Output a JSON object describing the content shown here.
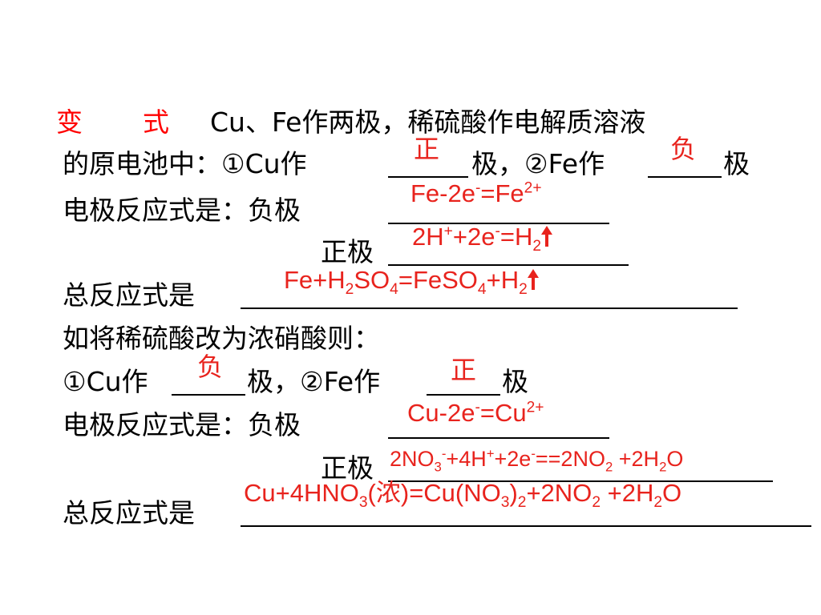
{
  "lines": {
    "l1_label_a": "变",
    "l1_label_b": "式",
    "l1_text": "Cu、Fe作两极，稀硫酸作电解质溶液",
    "l2_a": "的原电池中：①Cu作",
    "l2_b": "极，②Fe作",
    "l2_c": "极",
    "l3": "电极反应式是：负极",
    "l4": "正极",
    "l5": "总反应式是",
    "l6": "如将稀硫酸改为浓硝酸则：",
    "l7_a": "①Cu作",
    "l7_b": "极，②Fe作",
    "l7_c": "极",
    "l8": "电极反应式是：负极",
    "l9": "正极",
    "l10": "总反应式是"
  },
  "answers": {
    "a1": "正",
    "a2": "负",
    "a3_main": "Fe-2e",
    "a3_sup1": "-",
    "a3_mid": "=Fe",
    "a3_sup2": "2+",
    "a4_a": "2H",
    "a4_sup1": "+",
    "a4_b": "+2e",
    "a4_sup2": "-",
    "a4_c": "=H",
    "a4_sub": "2",
    "a5_a": "Fe+H",
    "a5_sub1": "2",
    "a5_b": "SO",
    "a5_sub2": "4",
    "a5_c": "=FeSO",
    "a5_sub3": "4",
    "a5_d": "+H",
    "a5_sub4": "2",
    "a6": "负",
    "a7": "正",
    "a8_a": "Cu-2e",
    "a8_sup1": "-",
    "a8_b": "=Cu",
    "a8_sup2": "2+",
    "a9_a": "2NO",
    "a9_sub1": "3",
    "a9_sup1": "-",
    "a9_b": "+4H",
    "a9_sup2": "+",
    "a9_c": "+2e",
    "a9_sup3": "-",
    "a9_d": "==2NO",
    "a9_sub2": "2",
    "a9_e": " +2H",
    "a9_sub3": "2",
    "a9_f": "O",
    "a10_a": "Cu+4HNO",
    "a10_sub1": "3",
    "a10_b": "(浓)=Cu(NO",
    "a10_sub2": "3",
    "a10_c": ")",
    "a10_sub3": "2",
    "a10_d": "+2NO",
    "a10_sub4": "2",
    "a10_e": " +2H",
    "a10_sub5": "2",
    "a10_f": "O"
  },
  "colors": {
    "label": "#ff0000",
    "answer": "#e8231d",
    "text": "#000000"
  },
  "icons": {
    "gas_arrow": "up-arrow-icon"
  }
}
